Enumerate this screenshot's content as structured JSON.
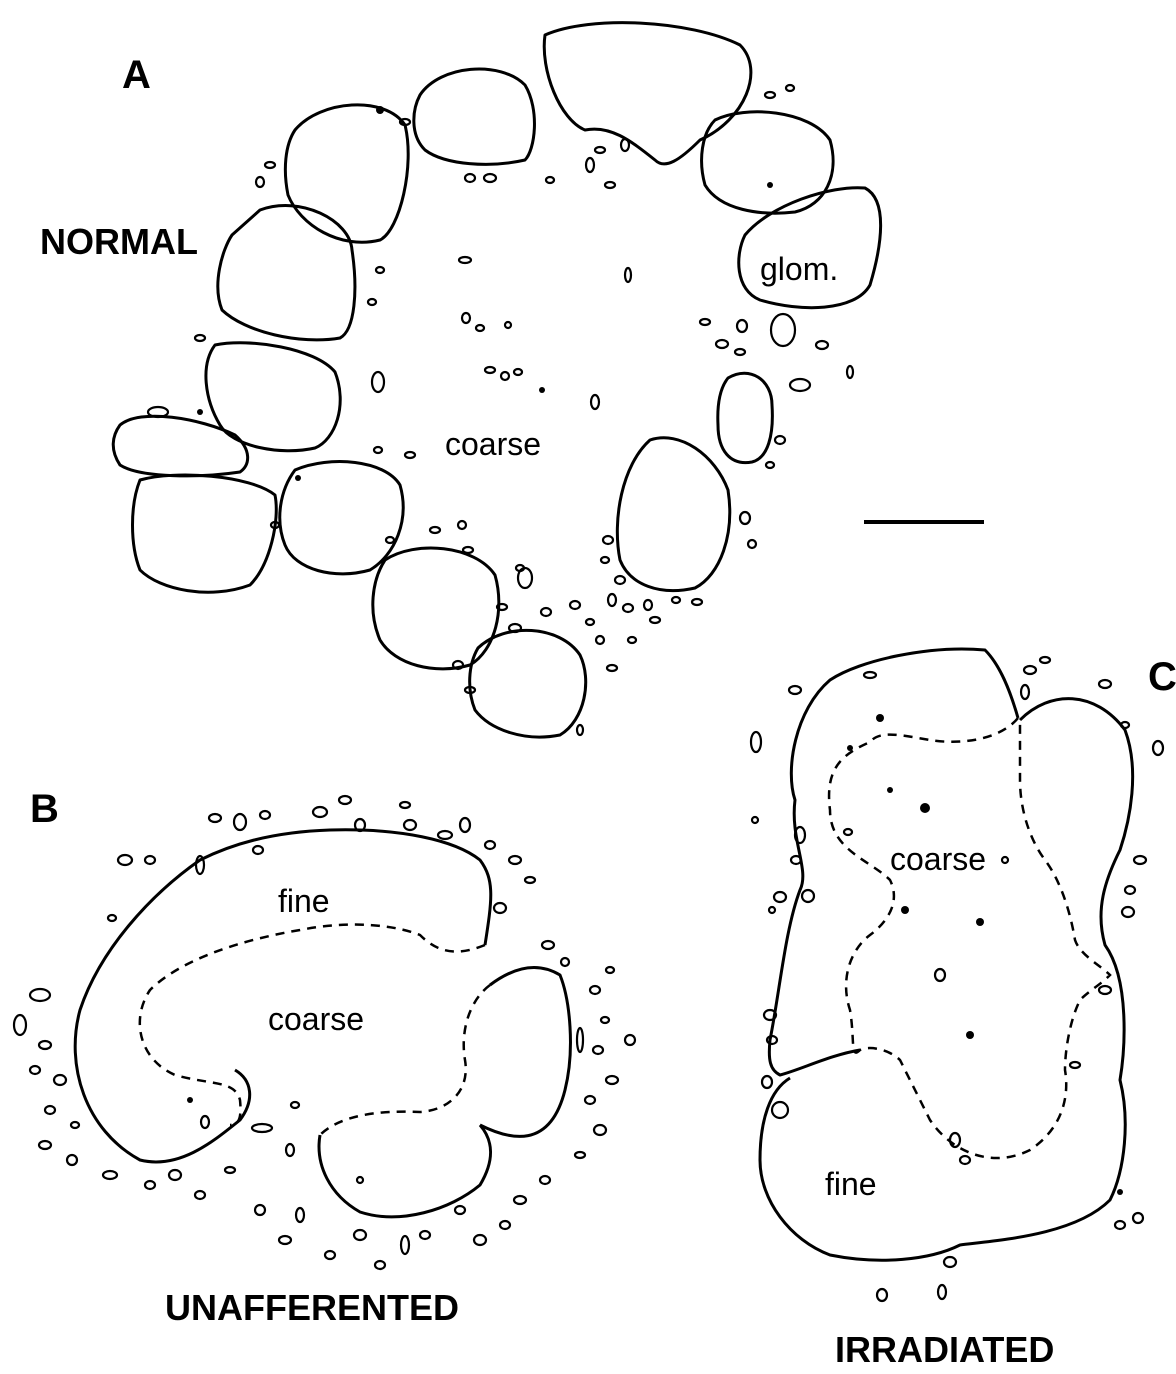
{
  "panels": {
    "a": {
      "letter": "A",
      "condition": "NORMAL",
      "regions": {
        "glom": "glom.",
        "coarse": "coarse"
      }
    },
    "b": {
      "letter": "B",
      "condition": "UNAFFERENTED",
      "regions": {
        "fine": "fine",
        "coarse": "coarse"
      }
    },
    "c": {
      "letter": "C",
      "condition": "IRRADIATED",
      "regions": {
        "coarse": "coarse",
        "fine": "fine"
      }
    }
  },
  "scale_bar": {
    "visible": true
  }
}
